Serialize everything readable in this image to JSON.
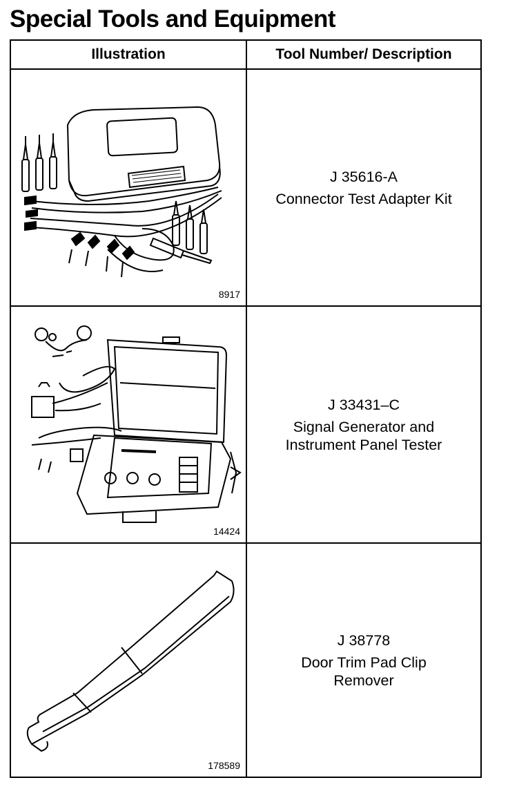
{
  "title": "Special Tools and Equipment",
  "table": {
    "headers": {
      "illustration": "Illustration",
      "tool": "Tool Number/ Description"
    },
    "rows": [
      {
        "figure": "8917",
        "number": "J 35616-A",
        "description": "Connector Test Adapter Kit",
        "icon": "test-adapter-kit-icon"
      },
      {
        "figure": "14424",
        "number": "J 33431–C",
        "description": "Signal Generator and\nInstrument Panel Tester",
        "icon": "signal-generator-case-icon"
      },
      {
        "figure": "178589",
        "number": "J 38778",
        "description": "Door Trim Pad Clip\nRemover",
        "icon": "clip-remover-tool-icon"
      }
    ]
  }
}
